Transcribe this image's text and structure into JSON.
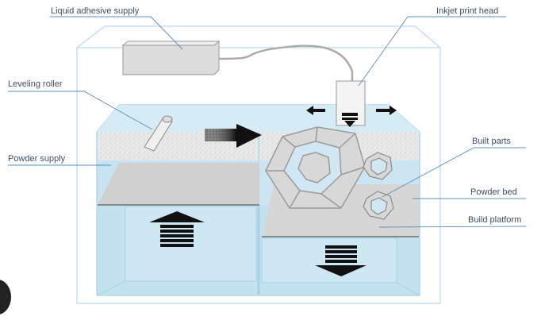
{
  "labels": {
    "liquid_adhesive_supply": "Liquid adhesive supply",
    "inkjet_print_head": "Inkjet print head",
    "leveling_roller": "Leveling roller",
    "powder_supply": "Powder supply",
    "built_parts": "Built parts",
    "powder_bed": "Powder bed",
    "build_platform": "Build platform"
  },
  "colors": {
    "outline": "#b8d9ee",
    "fluid": "#bfe0ef",
    "fluid_light": "#d7ecf6",
    "powder": "#e6e6e6",
    "platform": "#d9d9d9",
    "arrow": "#111111",
    "leader": "#5a8fbd",
    "label_text": "#3d4f64"
  },
  "icons": {
    "up_arrow": "striped-up-arrow-icon",
    "down_arrow": "striped-down-arrow-icon",
    "right_arrow": "powder-flow-arrow-icon",
    "left_arrow": "left-arrow-icon",
    "head_right_arrow": "right-arrow-icon"
  }
}
